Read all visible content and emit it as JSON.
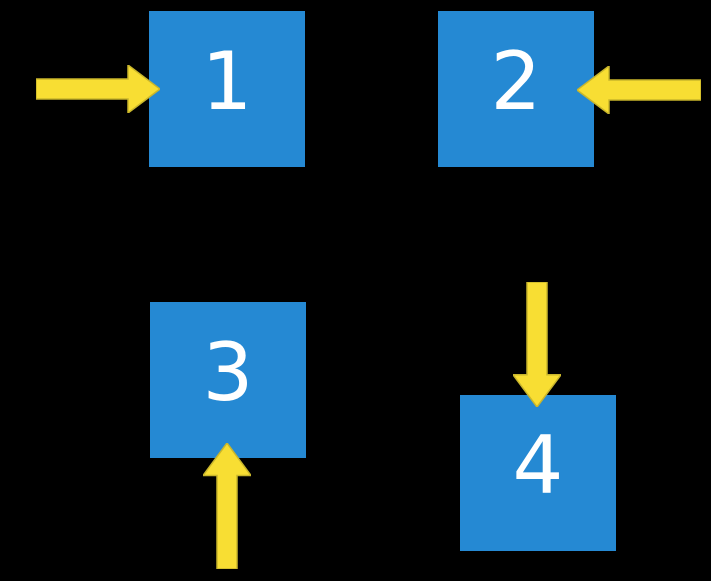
{
  "diagram": {
    "colors": {
      "background": "#000000",
      "box_fill": "#2589D3",
      "box_label_color": "#FFFFFF",
      "arrow_fill": "#F8DE33",
      "arrow_stroke": "#C9B62B"
    },
    "boxes": [
      {
        "label": "1"
      },
      {
        "label": "2"
      },
      {
        "label": "3"
      },
      {
        "label": "4"
      }
    ],
    "arrows": [
      {
        "direction": "right",
        "points_at": "1"
      },
      {
        "direction": "left",
        "points_at": "2"
      },
      {
        "direction": "up",
        "points_at": "3"
      },
      {
        "direction": "down",
        "points_at": "4"
      }
    ]
  }
}
